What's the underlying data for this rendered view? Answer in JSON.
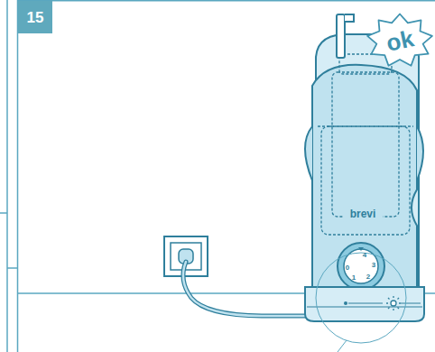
{
  "diagram": {
    "nodes": [
      {
        "text": [
          "15"
        ]
      },
      {
        "text": [
          "ok"
        ]
      }
    ],
    "labels": [
      "brevi",
      "0",
      "1",
      "2",
      "3",
      "4"
    ]
  }
}
